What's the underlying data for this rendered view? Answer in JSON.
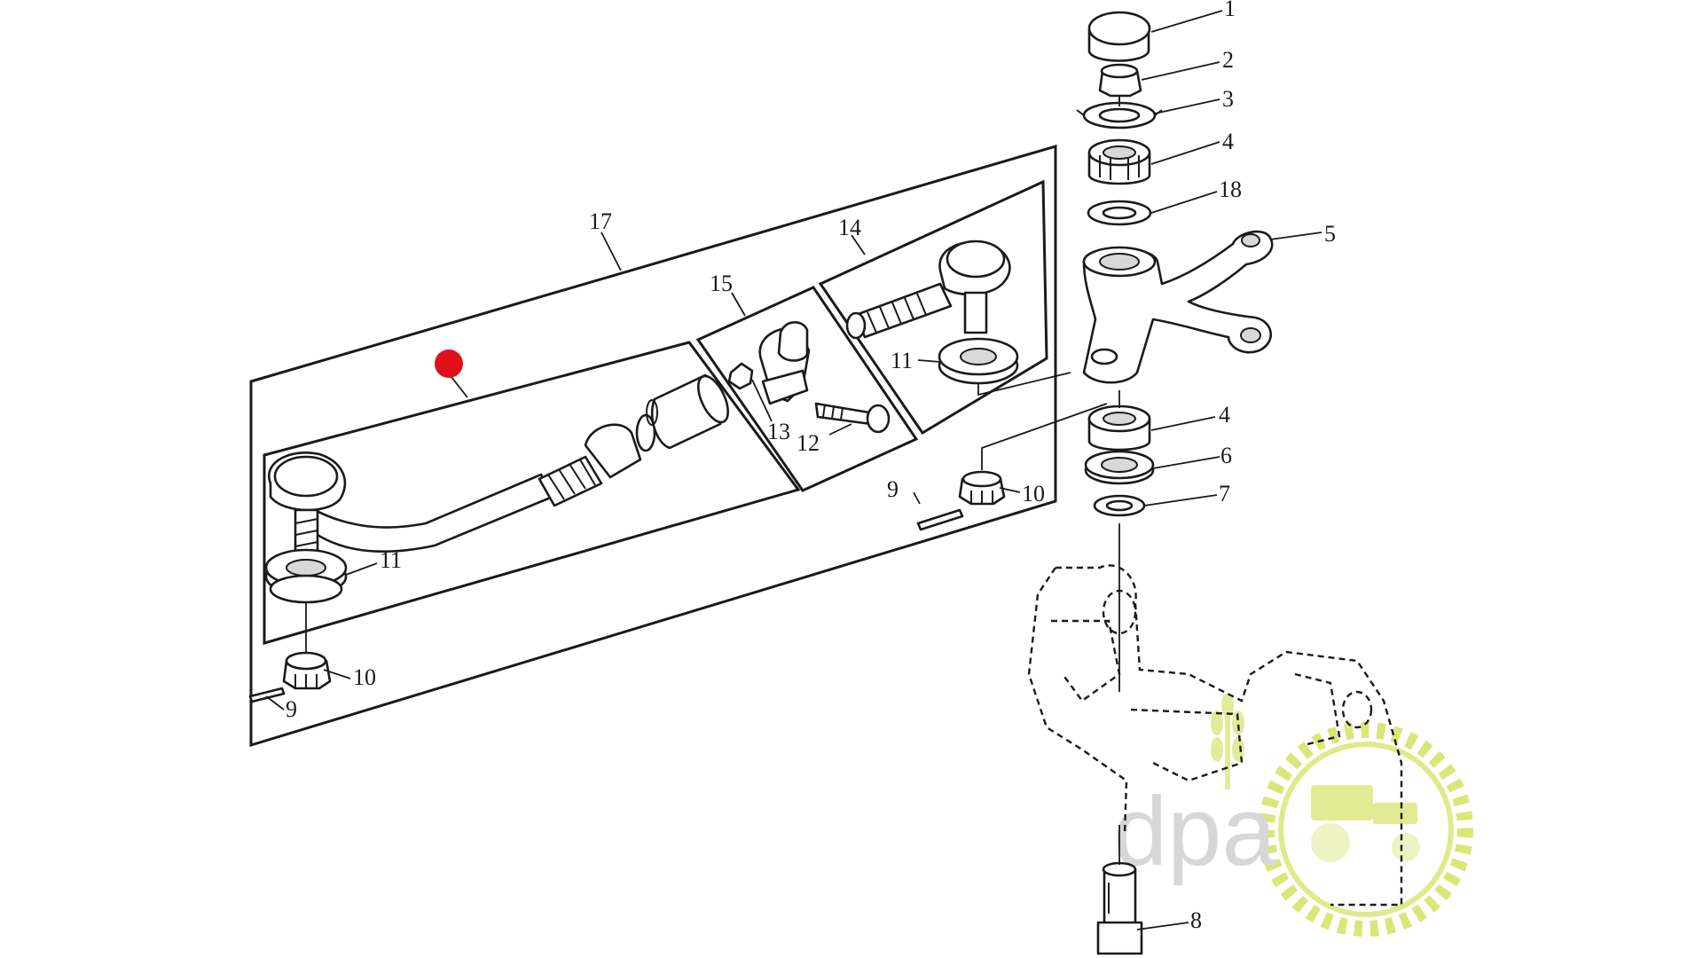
{
  "diagram": {
    "callouts": [
      "1",
      "2",
      "3",
      "4",
      "18",
      "5",
      "17",
      "14",
      "15",
      "11",
      "13",
      "12",
      "9",
      "10",
      "4",
      "6",
      "7",
      "11",
      "10",
      "9",
      "8"
    ],
    "marker_color": "#e0101a",
    "watermark": {
      "text": "dpa",
      "ring_color": "#d6e46a",
      "text_color": "#d3d3d3"
    }
  }
}
